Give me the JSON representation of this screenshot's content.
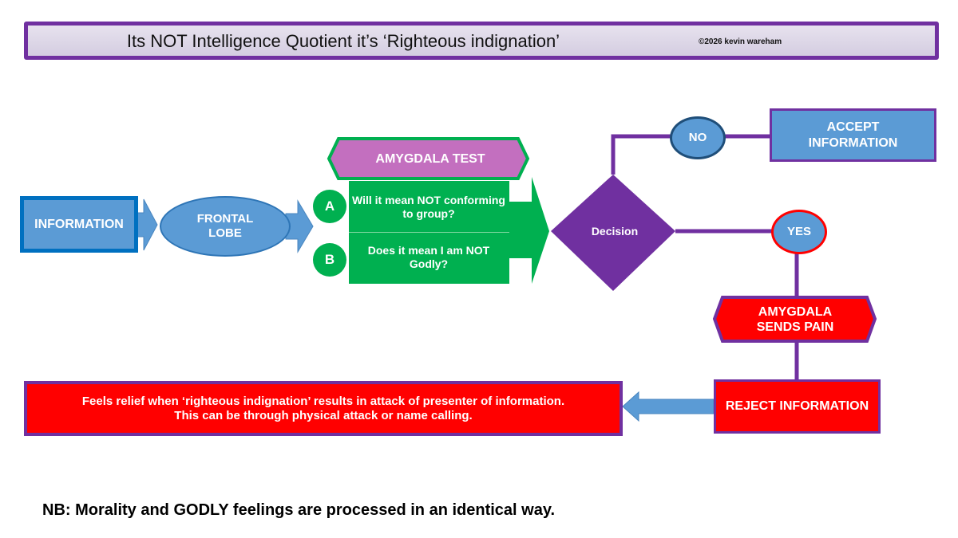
{
  "header": {
    "title": "Its NOT Intelligence Quotient it’s ‘Righteous indignation’",
    "copyright": "©2026 kevin wareham"
  },
  "flow": {
    "information": "INFORMATION",
    "frontal_lobe": "FRONTAL LOBE",
    "amygdala_test": "AMYGDALA TEST",
    "question_a_marker": "A",
    "question_a": "Will it mean NOT conforming to group?",
    "question_b_marker": "B",
    "question_b": "Does it mean I am NOT Godly?",
    "decision": "Decision",
    "no": "NO",
    "yes": "YES",
    "accept": "ACCEPT INFORMATION",
    "amygdala_pain": "AMYGDALA SENDS PAIN",
    "reject": "REJECT INFORMATION",
    "relief_line1": "Feels relief when ‘righteous indignation’ results in attack of presenter of information.",
    "relief_line2": "This can be through physical attack or name calling."
  },
  "footnote": "NB: Morality and GODLY feelings are processed in an identical way.",
  "colors": {
    "purple": "#7030a0",
    "blue": "#5b9bd5",
    "green": "#00b050",
    "red": "#ff0000",
    "pink": "#c36fbf"
  }
}
